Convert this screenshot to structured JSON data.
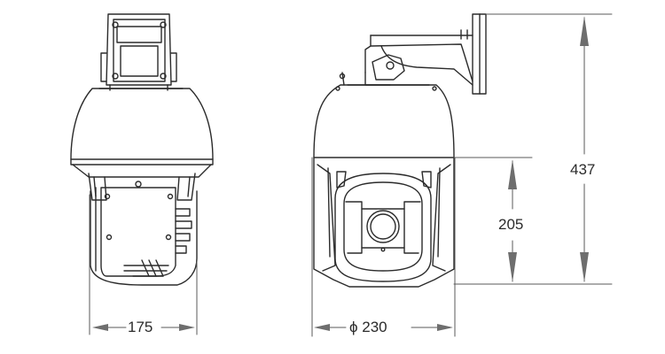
{
  "dimensions": {
    "width_side": "175",
    "diameter_front": "ϕ 230",
    "body_height": "205",
    "total_height": "437"
  },
  "colors": {
    "line": "#2b2b2b",
    "dim_line": "#5a5a5a",
    "arrow": "#6e6e6e"
  }
}
